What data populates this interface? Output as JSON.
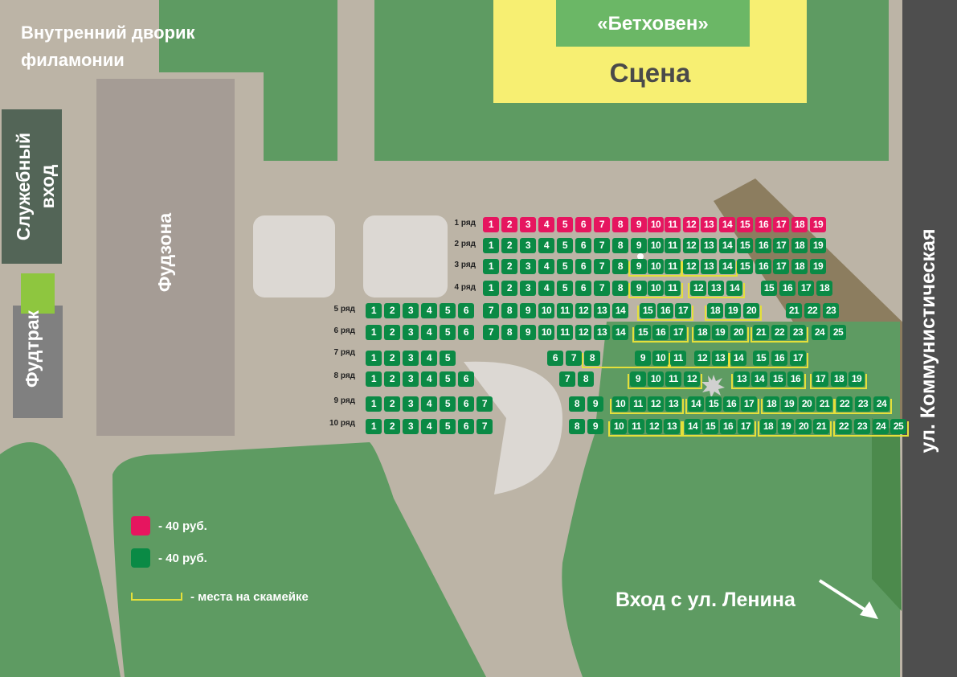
{
  "labels": {
    "courtyard_line1": "Внутренний дворик",
    "courtyard_line2": "филамонии",
    "service_entrance_line1": "Служебный",
    "service_entrance_line2": "вход",
    "food_zone": "Фудзона",
    "food_truck": "Фудтрак",
    "beethoven": "«Бетховен»",
    "stage": "Сцена",
    "street": "ул. Коммунистическая",
    "entrance": "Вход с ул. Ленина"
  },
  "legend": {
    "pink_price": "- 40 руб.",
    "green_price": "- 40 руб.",
    "bench": "- места на скамейке"
  },
  "colors": {
    "pink_seat": "#e6155f",
    "green_seat": "#0a8a45",
    "bench_line": "#e4e03a",
    "stage_yellow": "#f7ef72",
    "beethoven_green": "#6bb766",
    "grass": "#5e9b62",
    "path": "#bcb4a6",
    "street_dark": "#4e4e4e"
  },
  "rows": [
    {
      "label": "1 ряд",
      "seats": [
        "1",
        "2",
        "3",
        "4",
        "5",
        "6",
        "7",
        "8",
        "9",
        "10",
        "11",
        "12",
        "13",
        "14",
        "15",
        "16",
        "17",
        "18",
        "19"
      ]
    },
    {
      "label": "2 ряд",
      "seats": [
        "1",
        "2",
        "3",
        "4",
        "5",
        "6",
        "7",
        "8",
        "9",
        "10",
        "11",
        "12",
        "13",
        "14",
        "15",
        "16",
        "17",
        "18",
        "19"
      ]
    },
    {
      "label": "3 ряд",
      "seats": [
        "1",
        "2",
        "3",
        "4",
        "5",
        "6",
        "7",
        "8",
        "9",
        "10",
        "11",
        "12",
        "13",
        "14",
        "15",
        "16",
        "17",
        "18",
        "19"
      ]
    },
    {
      "label": "4 ряд",
      "seats": [
        "1",
        "2",
        "3",
        "4",
        "5",
        "6",
        "7",
        "8",
        "9",
        "10",
        "11",
        "12",
        "13",
        "14",
        "15",
        "16",
        "17",
        "18"
      ]
    },
    {
      "label": "5 ряд",
      "seats": [
        "1",
        "2",
        "3",
        "4",
        "5",
        "6",
        "7",
        "8",
        "9",
        "10",
        "11",
        "12",
        "13",
        "14",
        "15",
        "16",
        "17",
        "18",
        "19",
        "20",
        "21",
        "22",
        "23"
      ]
    },
    {
      "label": "6 ряд",
      "seats": [
        "1",
        "2",
        "3",
        "4",
        "5",
        "6",
        "7",
        "8",
        "9",
        "10",
        "11",
        "12",
        "13",
        "14",
        "15",
        "16",
        "17",
        "18",
        "19",
        "20",
        "21",
        "22",
        "23",
        "24",
        "25"
      ]
    },
    {
      "label": "7 ряд",
      "seats": [
        "1",
        "2",
        "3",
        "4",
        "5",
        "6",
        "7",
        "8",
        "9",
        "10",
        "11",
        "12",
        "13",
        "14",
        "15",
        "16",
        "17"
      ]
    },
    {
      "label": "8 ряд",
      "seats": [
        "1",
        "2",
        "3",
        "4",
        "5",
        "6",
        "7",
        "8",
        "9",
        "10",
        "11",
        "12",
        "13",
        "14",
        "15",
        "16",
        "17",
        "18",
        "19"
      ]
    },
    {
      "label": "9 ряд",
      "seats": [
        "1",
        "2",
        "3",
        "4",
        "5",
        "6",
        "7",
        "8",
        "9",
        "10",
        "11",
        "12",
        "13",
        "14",
        "15",
        "16",
        "17",
        "18",
        "19",
        "20",
        "21",
        "22",
        "23",
        "24"
      ]
    },
    {
      "label": "10 ряд",
      "seats": [
        "1",
        "2",
        "3",
        "4",
        "5",
        "6",
        "7",
        "8",
        "9",
        "10",
        "11",
        "12",
        "13",
        "14",
        "15",
        "16",
        "17",
        "18",
        "19",
        "20",
        "21",
        "22",
        "23",
        "24",
        "25"
      ]
    }
  ]
}
